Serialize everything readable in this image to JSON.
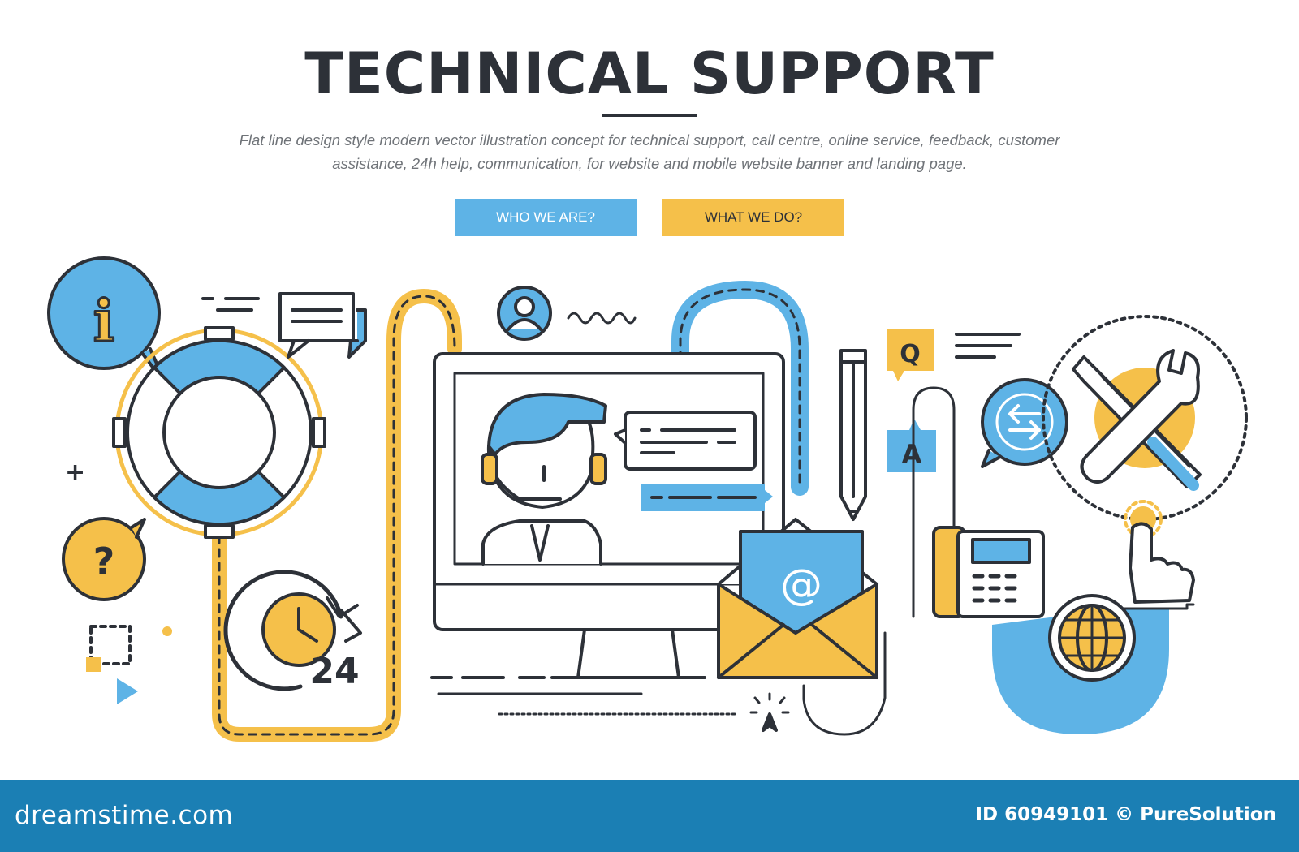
{
  "header": {
    "title": "TECHNICAL SUPPORT",
    "subtitle_line1": "Flat line design style modern vector illustration concept for technical support, call centre, online service, feedback, customer",
    "subtitle_line2": "assistance, 24h help, communication, for website and mobile website banner and landing page."
  },
  "buttons": {
    "who_label": "WHO WE ARE?",
    "what_label": "WHAT WE DO?"
  },
  "illustration": {
    "info_glyph": "i",
    "question_glyph": "?",
    "clock_label": "24",
    "q_label": "Q",
    "a_label": "A",
    "email_glyph": "@",
    "plus_glyph": "+",
    "icons": [
      "info-icon",
      "lifebuoy-icon",
      "chat-bubble-icon",
      "user-icon",
      "monitor-icon",
      "support-agent-icon",
      "envelope-icon",
      "pencil-icon",
      "telephone-icon",
      "arrows-exchange-icon",
      "tools-icon",
      "hand-pointer-icon",
      "globe-icon",
      "clock-24h-icon",
      "question-icon",
      "play-icon",
      "cursor-icon"
    ]
  },
  "footer": {
    "brand": "dreamstime.com",
    "credit": "ID 60949101 © PureSolution"
  },
  "colors": {
    "blue": "#5eb3e6",
    "yellow": "#f5c04a",
    "dark": "#2d3138",
    "footer": "#1b7fb4"
  }
}
